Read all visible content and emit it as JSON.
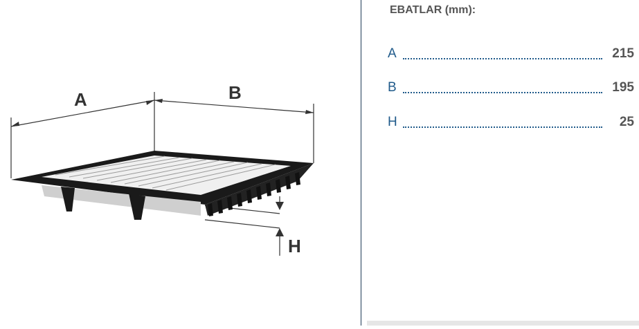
{
  "diagram": {
    "label_a": "A",
    "label_b": "B",
    "label_h": "H"
  },
  "specs": {
    "title": "EBATLAR (mm):",
    "rows": [
      {
        "key": "A",
        "value": "215"
      },
      {
        "key": "B",
        "value": "195"
      },
      {
        "key": "H",
        "value": "25"
      }
    ]
  },
  "colors": {
    "accent": "#1f5a8a",
    "text": "#555555",
    "divider": "#1f3b57"
  }
}
